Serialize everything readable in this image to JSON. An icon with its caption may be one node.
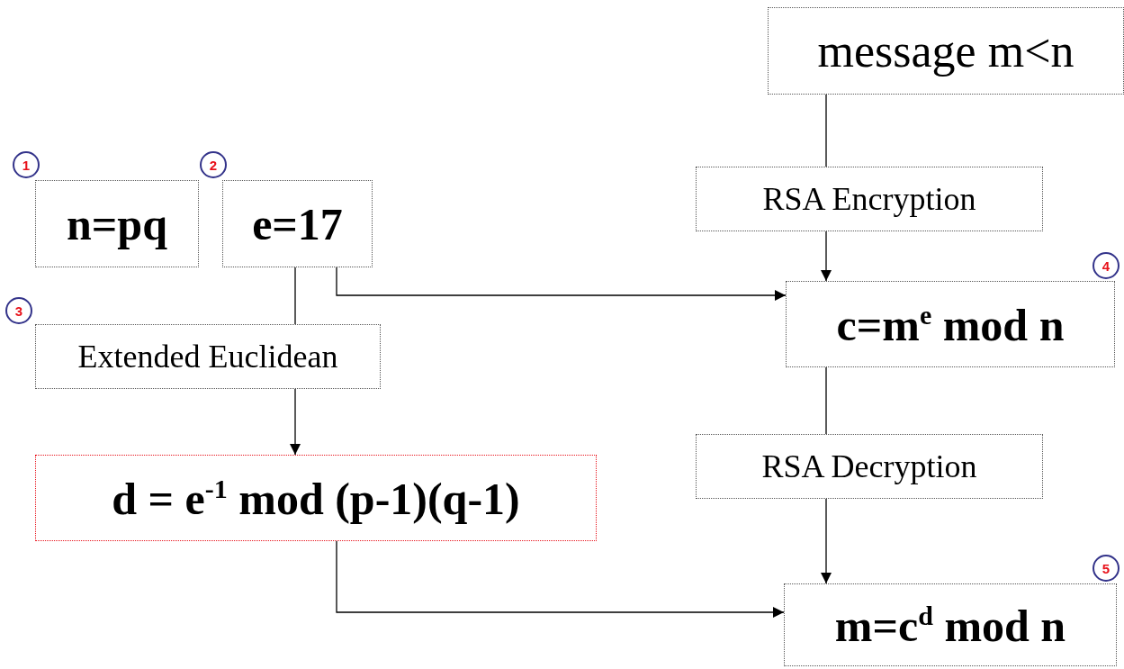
{
  "diagram": {
    "nodes": [
      {
        "text": [
          "message m<n"
        ]
      },
      {
        "text": [
          "n=pq"
        ],
        "beside": [
          "1"
        ]
      },
      {
        "text": [
          "e=17"
        ],
        "beside": [
          "2"
        ]
      },
      {
        "text": [
          "Extended Euclidean"
        ],
        "beside": [
          "3"
        ]
      },
      {
        "text": [
          "RSA Encryption"
        ]
      },
      {
        "text": [
          "c=m$^{e}$ mod n"
        ],
        "beside": [
          "4"
        ]
      },
      {
        "text": [
          "d = e$^{-1}$ mod (p-1)(q-1)"
        ]
      },
      {
        "text": [
          "RSA Decryption"
        ]
      },
      {
        "text": [
          "m=c$^{d}$ mod n"
        ],
        "beside": [
          "5"
        ]
      }
    ],
    "edges": [
      {
        "from": 0,
        "to": 4,
        "arrow": "none"
      },
      {
        "from": 4,
        "to": 5,
        "arrow": "to"
      },
      {
        "from": 2,
        "to": 3,
        "arrow": "none"
      },
      {
        "from": 3,
        "to": 6,
        "arrow": "to"
      },
      {
        "from": 2,
        "to": 5,
        "arrow": "to"
      },
      {
        "from": 5,
        "to": 7,
        "arrow": "none"
      },
      {
        "from": 7,
        "to": 8,
        "arrow": "to"
      },
      {
        "from": 6,
        "to": 8,
        "arrow": "to"
      }
    ]
  }
}
